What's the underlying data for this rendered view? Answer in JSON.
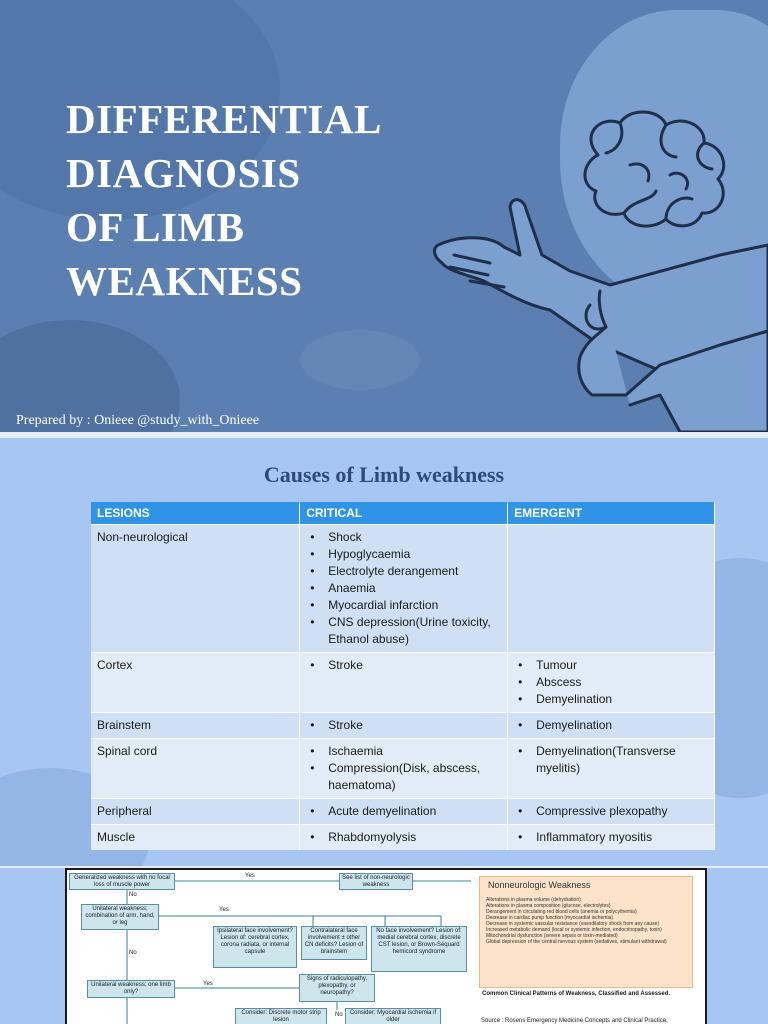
{
  "slide1": {
    "title_lines": [
      "DIFFERENTIAL",
      "DIAGNOSIS",
      "OF LIMB",
      "WEAKNESS"
    ],
    "credit": "Prepared by : Onieee @study_with_Onieee",
    "illustration_icon": "brain-and-hands-illustration"
  },
  "slide2": {
    "heading": "Causes of Limb weakness",
    "columns": [
      "LESIONS",
      "CRITICAL",
      "EMERGENT"
    ],
    "rows": [
      {
        "lesion": "Non-neurological",
        "critical": [
          "Shock",
          "Hypoglycaemia",
          "Electrolyte derangement",
          "Anaemia",
          "Myocardial infarction",
          "CNS depression(Urine toxicity, Ethanol abuse)"
        ],
        "emergent": []
      },
      {
        "lesion": "Cortex",
        "critical": [
          "Stroke"
        ],
        "emergent": [
          "Tumour",
          "Abscess",
          "Demyelination"
        ]
      },
      {
        "lesion": "Brainstem",
        "critical": [
          "Stroke"
        ],
        "emergent": [
          "Demyelination"
        ]
      },
      {
        "lesion": "Spinal cord",
        "critical": [
          "Ischaemia",
          "Compression(Disk, abscess, haematoma)"
        ],
        "emergent": [
          "Demyelination(Transverse myelitis)"
        ]
      },
      {
        "lesion": "Peripheral",
        "critical": [
          "Acute demyelination"
        ],
        "emergent": [
          "Compressive plexopathy"
        ]
      },
      {
        "lesion": "Muscle",
        "critical": [
          "Rhabdomyolysis"
        ],
        "emergent": [
          "Inflammatory myositis"
        ]
      }
    ]
  },
  "slide3": {
    "boxes": {
      "generalized": "Generalized weakness with no focal loss of muscle power",
      "see_list": "See list of non-neurologic weakness",
      "unilateral_combo": "Unilateral weakness; combination of arm, hand, or leg",
      "ipsilateral": "Ipsilateral face involvement? Lesion of: cerebral cortex, corona radiata, or internal capsule",
      "contralateral": "Contralateral face involvement ± other CN deficits? Lesion of brainstem",
      "no_face": "No face involvement? Lesion of: medial cerebral cortex, discrete CST lesion, or Brown-Séquard hemicord syndrome",
      "one_limb": "Unilateral weakness; one limb only?",
      "radiculopathy": "Signs of radiculopathy, plexopathy, or neuropathy?",
      "consider1": "Consider: Discrete motor strip lesion",
      "consider2": "Consider: Myocardial ischemia if older"
    },
    "labels": {
      "yes1": "Yes",
      "no1": "No",
      "yes2": "Yes",
      "no2": "No",
      "yes3": "Yes",
      "no3": "No"
    },
    "nonneuro_title": "Nonneurologic Weakness",
    "nonneuro_list": [
      "Alterations in plasma volume (dehydration)",
      "Alterations in plasma composition (glucose, electrolytes)",
      "Derangement in circulating red blood cells (anemia or polycythemia)",
      "Decrease in cardiac pump function (myocardial ischemia)",
      "Decrease in systemic vascular resistance (vasodilatory shock from any cause)",
      "Increased metabolic demand (local or systemic infection, endocrinopathy, toxin)",
      "Mitochondrial dysfunction (severe sepsis or toxin-mediated)",
      "Global depression of the central nervous system (sedatives, stimulant withdrawal)"
    ],
    "caption": "Common Clinical Patterns of Weakness, Classified and Assessed.",
    "source": "Source : Rosens Emergency Medicine Concepts and Clinical Practice,"
  },
  "colors": {
    "slide1_bg": "#5b7fb0",
    "slide2_bg": "#a7c6f2",
    "table_header": "#2f94e6",
    "heading": "#2d4a7a"
  }
}
